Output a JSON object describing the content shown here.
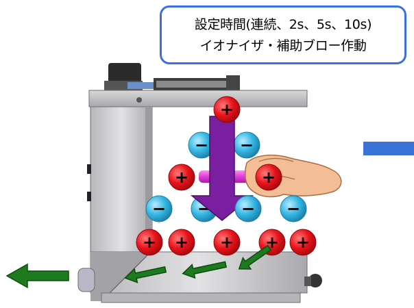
{
  "callout": {
    "line1": "設定時間(連続、2s、5s、10s)",
    "line2": "イオナイザ・補助ブロー作動"
  },
  "ions": {
    "positive_symbol": "+",
    "negative_symbol": "−"
  },
  "colors": {
    "callout_border": "#3a6fe0",
    "positive_ion": "#e8141c",
    "negative_ion": "#35b6e3",
    "down_arrow": "#7a1fa0",
    "flow_arrow": "#1e7a1e",
    "blue_bar": "#3a72d8",
    "cabinet": "#c9c9cc",
    "rod": "#e040d8",
    "hand": "#f3bd95"
  },
  "icons": {
    "device": "ionizer-cabinet",
    "hand": "hand-icon",
    "down_arrow": "arrow-down-icon",
    "exhaust_arrow": "arrow-left-icon"
  }
}
